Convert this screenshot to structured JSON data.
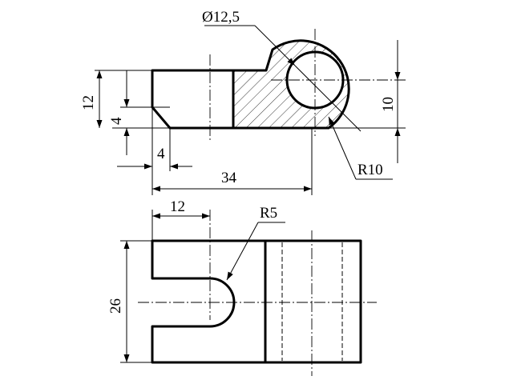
{
  "drawing": {
    "dimensions": {
      "hole_diameter": "Ø12,5",
      "height_12": "12",
      "chamfer_height_4": "4",
      "chamfer_width_4": "4",
      "length_34": "34",
      "height_10": "10",
      "radius_r10": "R10",
      "slot_width_12": "12",
      "slot_radius_r5": "R5",
      "depth_26": "26"
    }
  }
}
